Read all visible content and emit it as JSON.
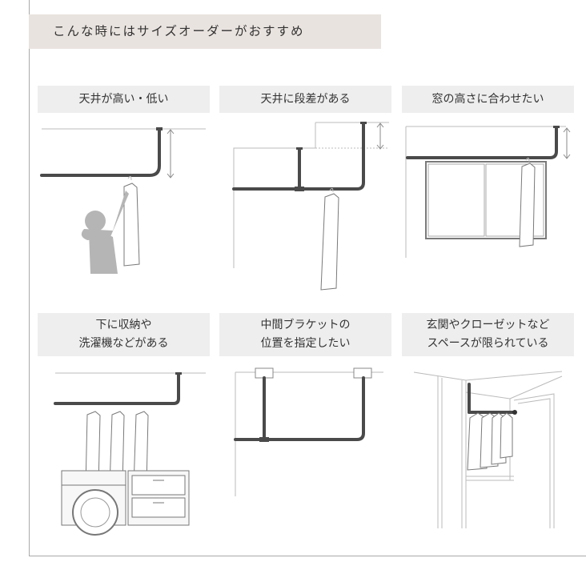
{
  "heading": "こんな時にはサイズオーダーがおすすめ",
  "cards": [
    {
      "lines": [
        "天井が高い・低い"
      ]
    },
    {
      "lines": [
        "天井に段差がある"
      ]
    },
    {
      "lines": [
        "窓の高さに合わせたい"
      ]
    },
    {
      "lines": [
        "下に収納や",
        "洗濯機などがある"
      ]
    },
    {
      "lines": [
        "中間ブラケットの",
        "位置を指定したい"
      ]
    },
    {
      "lines": [
        "玄関やクローゼットなど",
        "スペースが限られている"
      ]
    }
  ]
}
